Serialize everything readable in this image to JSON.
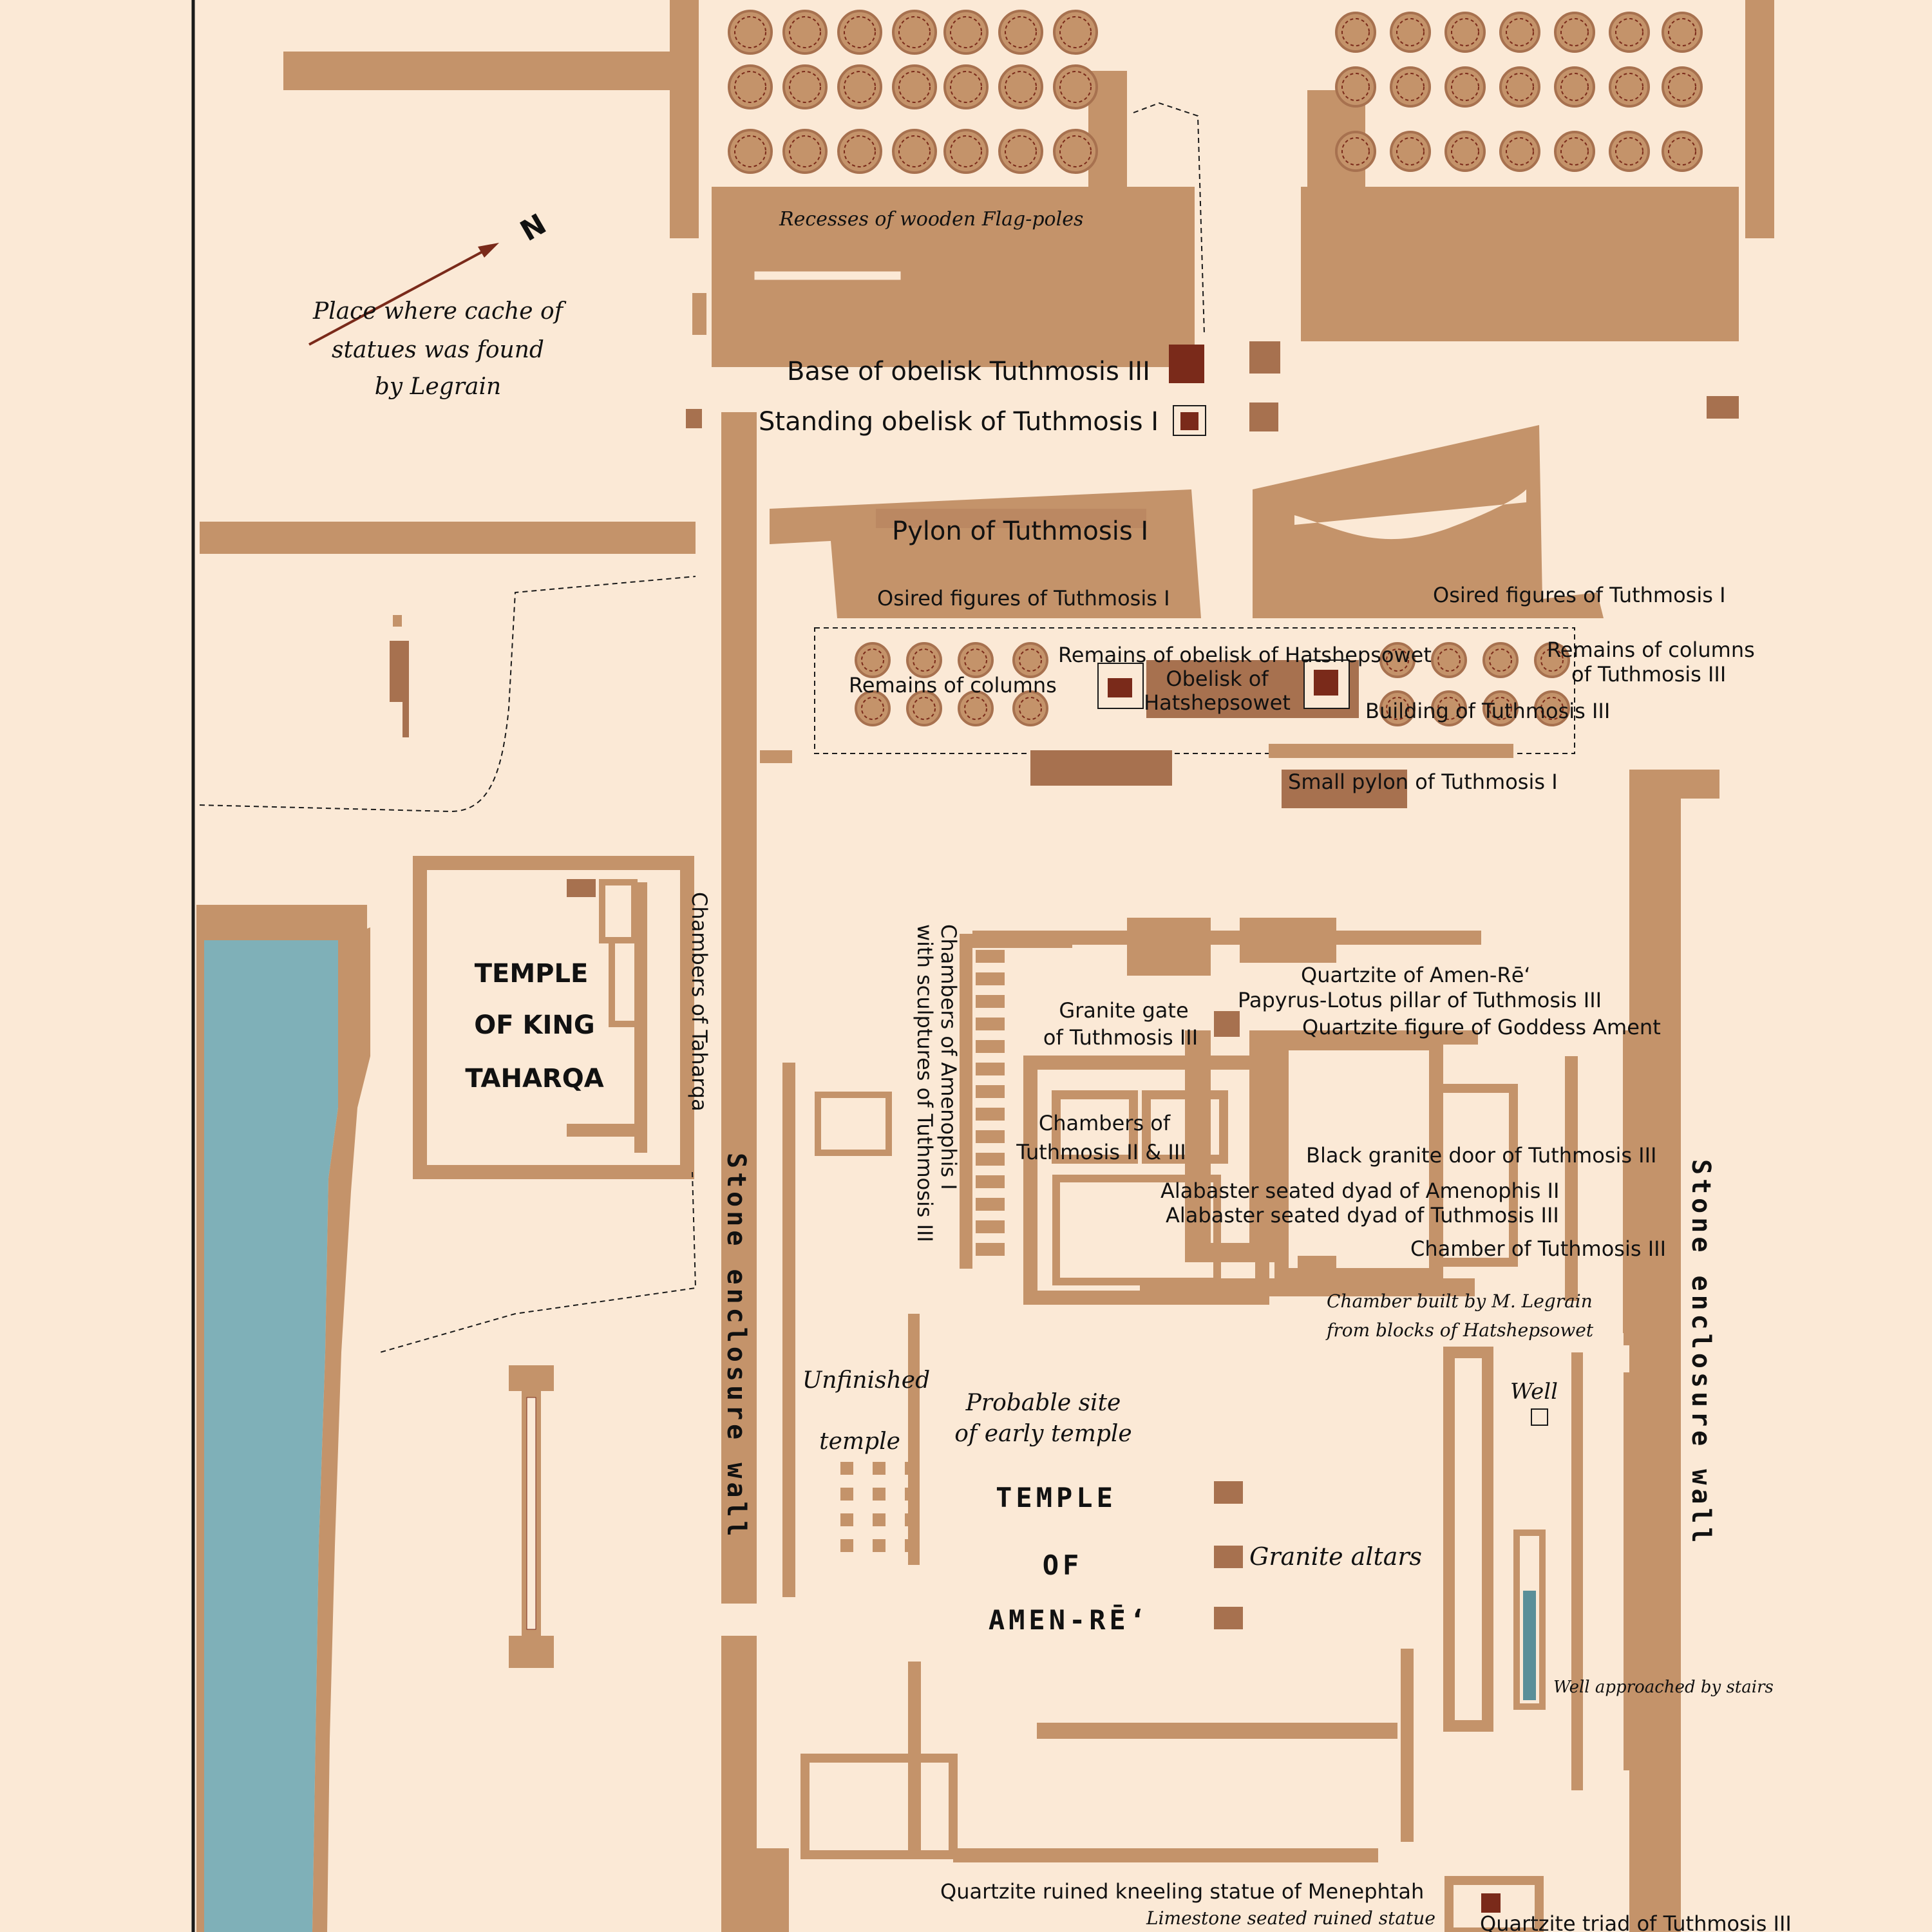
{
  "colors": {
    "paper": "#fbe9d6",
    "structure": "#c4936a",
    "structure_dark": "#a7714f",
    "obelisk": "#7a2a1a",
    "water": "#7fb0b8",
    "water_edge": "#5a8f99",
    "line": "#1a1a1a"
  },
  "north_arrow": {
    "letter": "N"
  },
  "labels": {
    "cache": [
      "Place where cache of",
      "statues was found",
      "by Legrain"
    ],
    "recesses": "Recesses of wooden Flag-poles",
    "base_obelisk": "Base of obelisk Tuthmosis III",
    "standing_obelisk": "Standing obelisk of Tuthmosis I",
    "pylon_t1": "Pylon of Tuthmosis I",
    "osired_left": "Osired figures of Tuthmosis I",
    "osired_right": "Osired figures of Tuthmosis I",
    "remains_obelisk_hat": "Remains of obelisk of Hatshepsowet",
    "remains_columns_left": "Remains of columns",
    "obelisk_hat": [
      "Obelisk of",
      "Hatshepsowet"
    ],
    "remains_columns_right": [
      "Remains of columns",
      "of Tuthmosis III"
    ],
    "building_t3": "Building of Tuthmosis III",
    "small_pylon": "Small pylon of Tuthmosis I",
    "temple_taharqa": [
      "TEMPLE",
      "OF KING",
      "TAHARQA"
    ],
    "chambers_taharqa": "Chambers of Taharqa",
    "stone_wall_left": "Stone enclosure wall",
    "stone_wall_right": "Stone enclosure wall",
    "chambers_amenophis": [
      "Chambers of Amenophis I",
      "with sculptures of Tuthmosis III"
    ],
    "granite_gate": [
      "Granite gate",
      "of Tuthmosis III"
    ],
    "quartzite_amen": "Quartzite of Amen-Rē‘",
    "papyrus_pillar": "Papyrus-Lotus pillar of Tuthmosis III",
    "quartzite_ament": "Quartzite figure of Goddess Ament",
    "chambers_t2_t3": [
      "Chambers of",
      "Tuthmosis II & III"
    ],
    "black_granite_door": "Black granite door of Tuthmosis III",
    "alabaster_amenophis": "Alabaster seated dyad of Amenophis II",
    "alabaster_tuthmosis": "Alabaster seated dyad of Tuthmosis III",
    "chamber_t3": "Chamber of Tuthmosis III",
    "chamber_legrain": [
      "Chamber built by M. Legrain",
      "from blocks of Hatshepsowet"
    ],
    "well": "Well",
    "unfinished_temple": [
      "Unfinished",
      "temple"
    ],
    "probable_site": [
      "Probable site",
      "of early temple"
    ],
    "temple_amen": [
      "TEMPLE",
      "OF",
      "AMEN-RĒ‘"
    ],
    "granite_altars": "Granite altars",
    "well_stairs": "Well approached by stairs",
    "menephtah": "Quartzite ruined kneeling statue of Menephtah",
    "limestone": "Limestone seated ruined statue",
    "quartzite_triad": "Quartzite triad of Tuthmosis III"
  }
}
